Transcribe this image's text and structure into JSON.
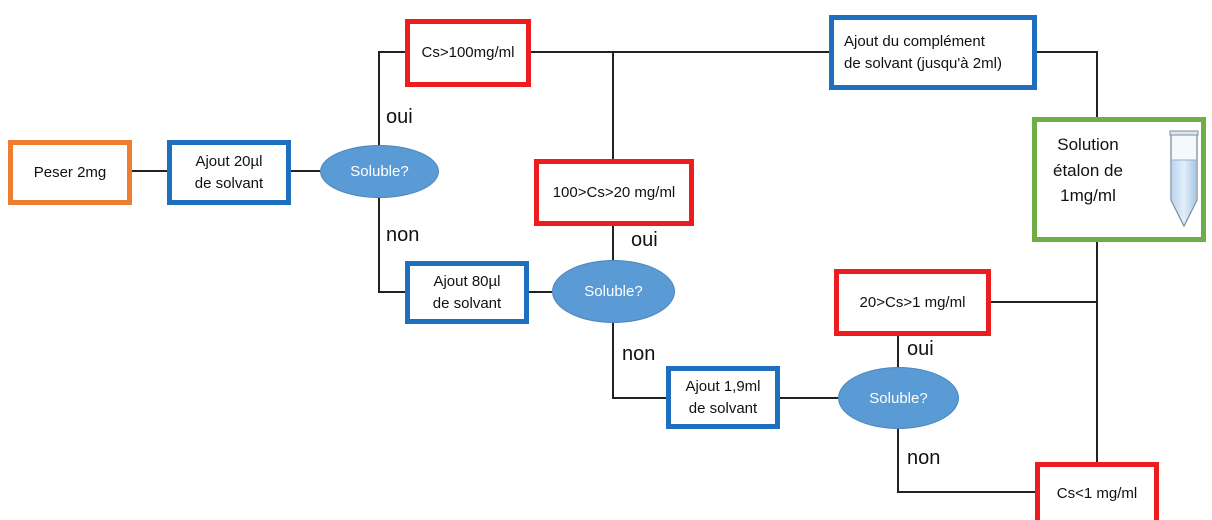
{
  "nodes": {
    "peser": "Peser 2mg",
    "ajout20": [
      "Ajout 20µl",
      "de solvant"
    ],
    "soluble1": "Soluble?",
    "cs100": "Cs>100mg/ml",
    "ajout_complement": [
      "Ajout du complément",
      "de solvant (jusqu'à 2ml)"
    ],
    "solution": [
      "Solution",
      "étalon de",
      "1mg/ml"
    ],
    "cs100_20": "100>Cs>20 mg/ml",
    "ajout80": [
      "Ajout 80µl",
      "de solvant"
    ],
    "soluble2": "Soluble?",
    "cs20_1": "20>Cs>1 mg/ml",
    "ajout19": [
      "Ajout 1,9ml",
      "de solvant"
    ],
    "soluble3": "Soluble?",
    "cs1": "Cs<1 mg/ml"
  },
  "labels": {
    "oui1": "oui",
    "non1": "non",
    "oui2": "oui",
    "non2": "non",
    "oui3": "oui",
    "non3": "non"
  },
  "colors": {
    "orange": "#ed7d31",
    "blue": "#1f6fbf",
    "red": "#ee1c1c",
    "green": "#70ad47",
    "ellipse_fill": "#5b9bd5"
  },
  "icons": [
    "test-tube-icon"
  ]
}
